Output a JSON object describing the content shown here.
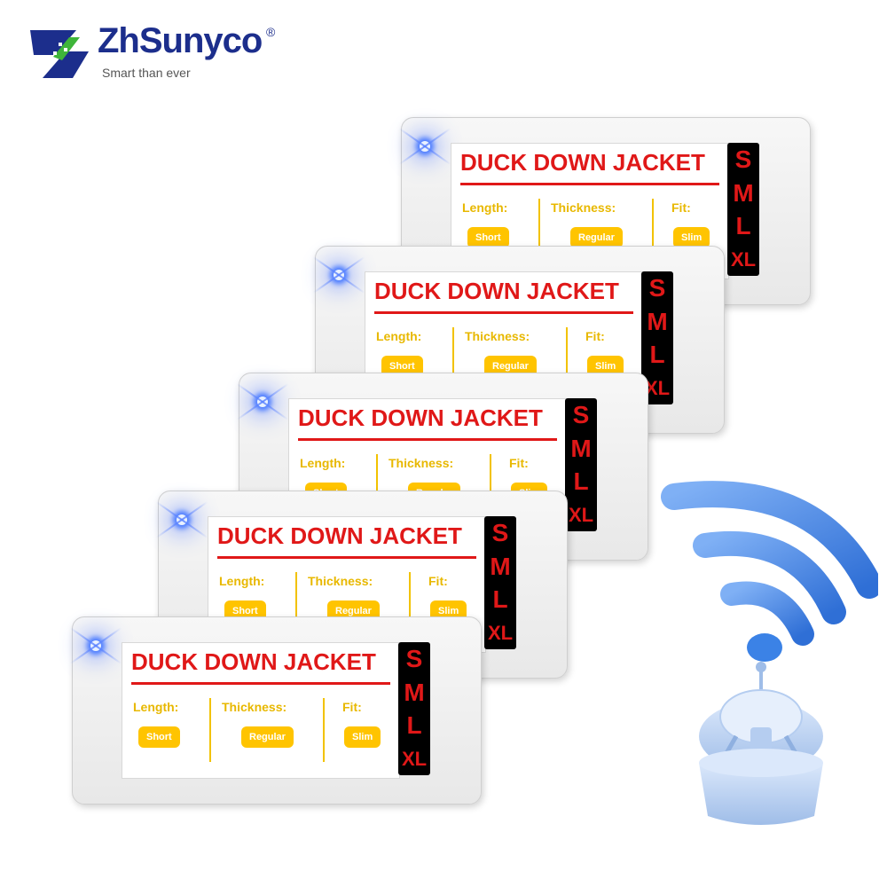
{
  "brand": {
    "name": "ZhSunyco",
    "registered": "®",
    "tagline": "Smart than ever",
    "colors": {
      "primary": "#1c2e8c",
      "accent": "#3fb53a"
    }
  },
  "tags": [
    {
      "title": "DUCK DOWN JACKET",
      "length_label": "Length:",
      "thickness_label": "Thickness:",
      "fit_label": "Fit:",
      "length_value": "Short",
      "thickness_value": "Regular",
      "fit_value": "Slim",
      "sizes": [
        "S",
        "M",
        "L",
        "XL"
      ]
    },
    {
      "title": "DUCK DOWN JACKET",
      "length_label": "Length:",
      "thickness_label": "Thickness:",
      "fit_label": "Fit:",
      "length_value": "Short",
      "thickness_value": "Regular",
      "fit_value": "Slim",
      "sizes": [
        "S",
        "M",
        "L",
        "XL"
      ]
    },
    {
      "title": "DUCK DOWN JACKET",
      "length_label": "Length:",
      "thickness_label": "Thickness:",
      "fit_label": "Fit:",
      "length_value": "Short",
      "thickness_value": "Regular",
      "fit_value": "Slim",
      "sizes": [
        "S",
        "M",
        "L",
        "XL"
      ]
    },
    {
      "title": "DUCK DOWN JACKET",
      "length_label": "Length:",
      "thickness_label": "Thickness:",
      "fit_label": "Fit:",
      "length_value": "Short",
      "thickness_value": "Regular",
      "fit_value": "Slim",
      "sizes": [
        "S",
        "M",
        "L",
        "XL"
      ]
    },
    {
      "title": "DUCK DOWN JACKET",
      "length_label": "Length:",
      "thickness_label": "Thickness:",
      "fit_label": "Fit:",
      "length_value": "Short",
      "thickness_value": "Regular",
      "fit_value": "Slim",
      "sizes": [
        "S",
        "M",
        "L",
        "XL"
      ]
    }
  ],
  "colors": {
    "title": "#e01818",
    "label": "#e8b800",
    "pill": "#ffc400",
    "led": "#4a7bff",
    "wifi": "#3b82e6"
  },
  "icons": [
    "brand-logo-icon",
    "led-indicator-icon",
    "wifi-signal-icon",
    "base-station-icon"
  ]
}
